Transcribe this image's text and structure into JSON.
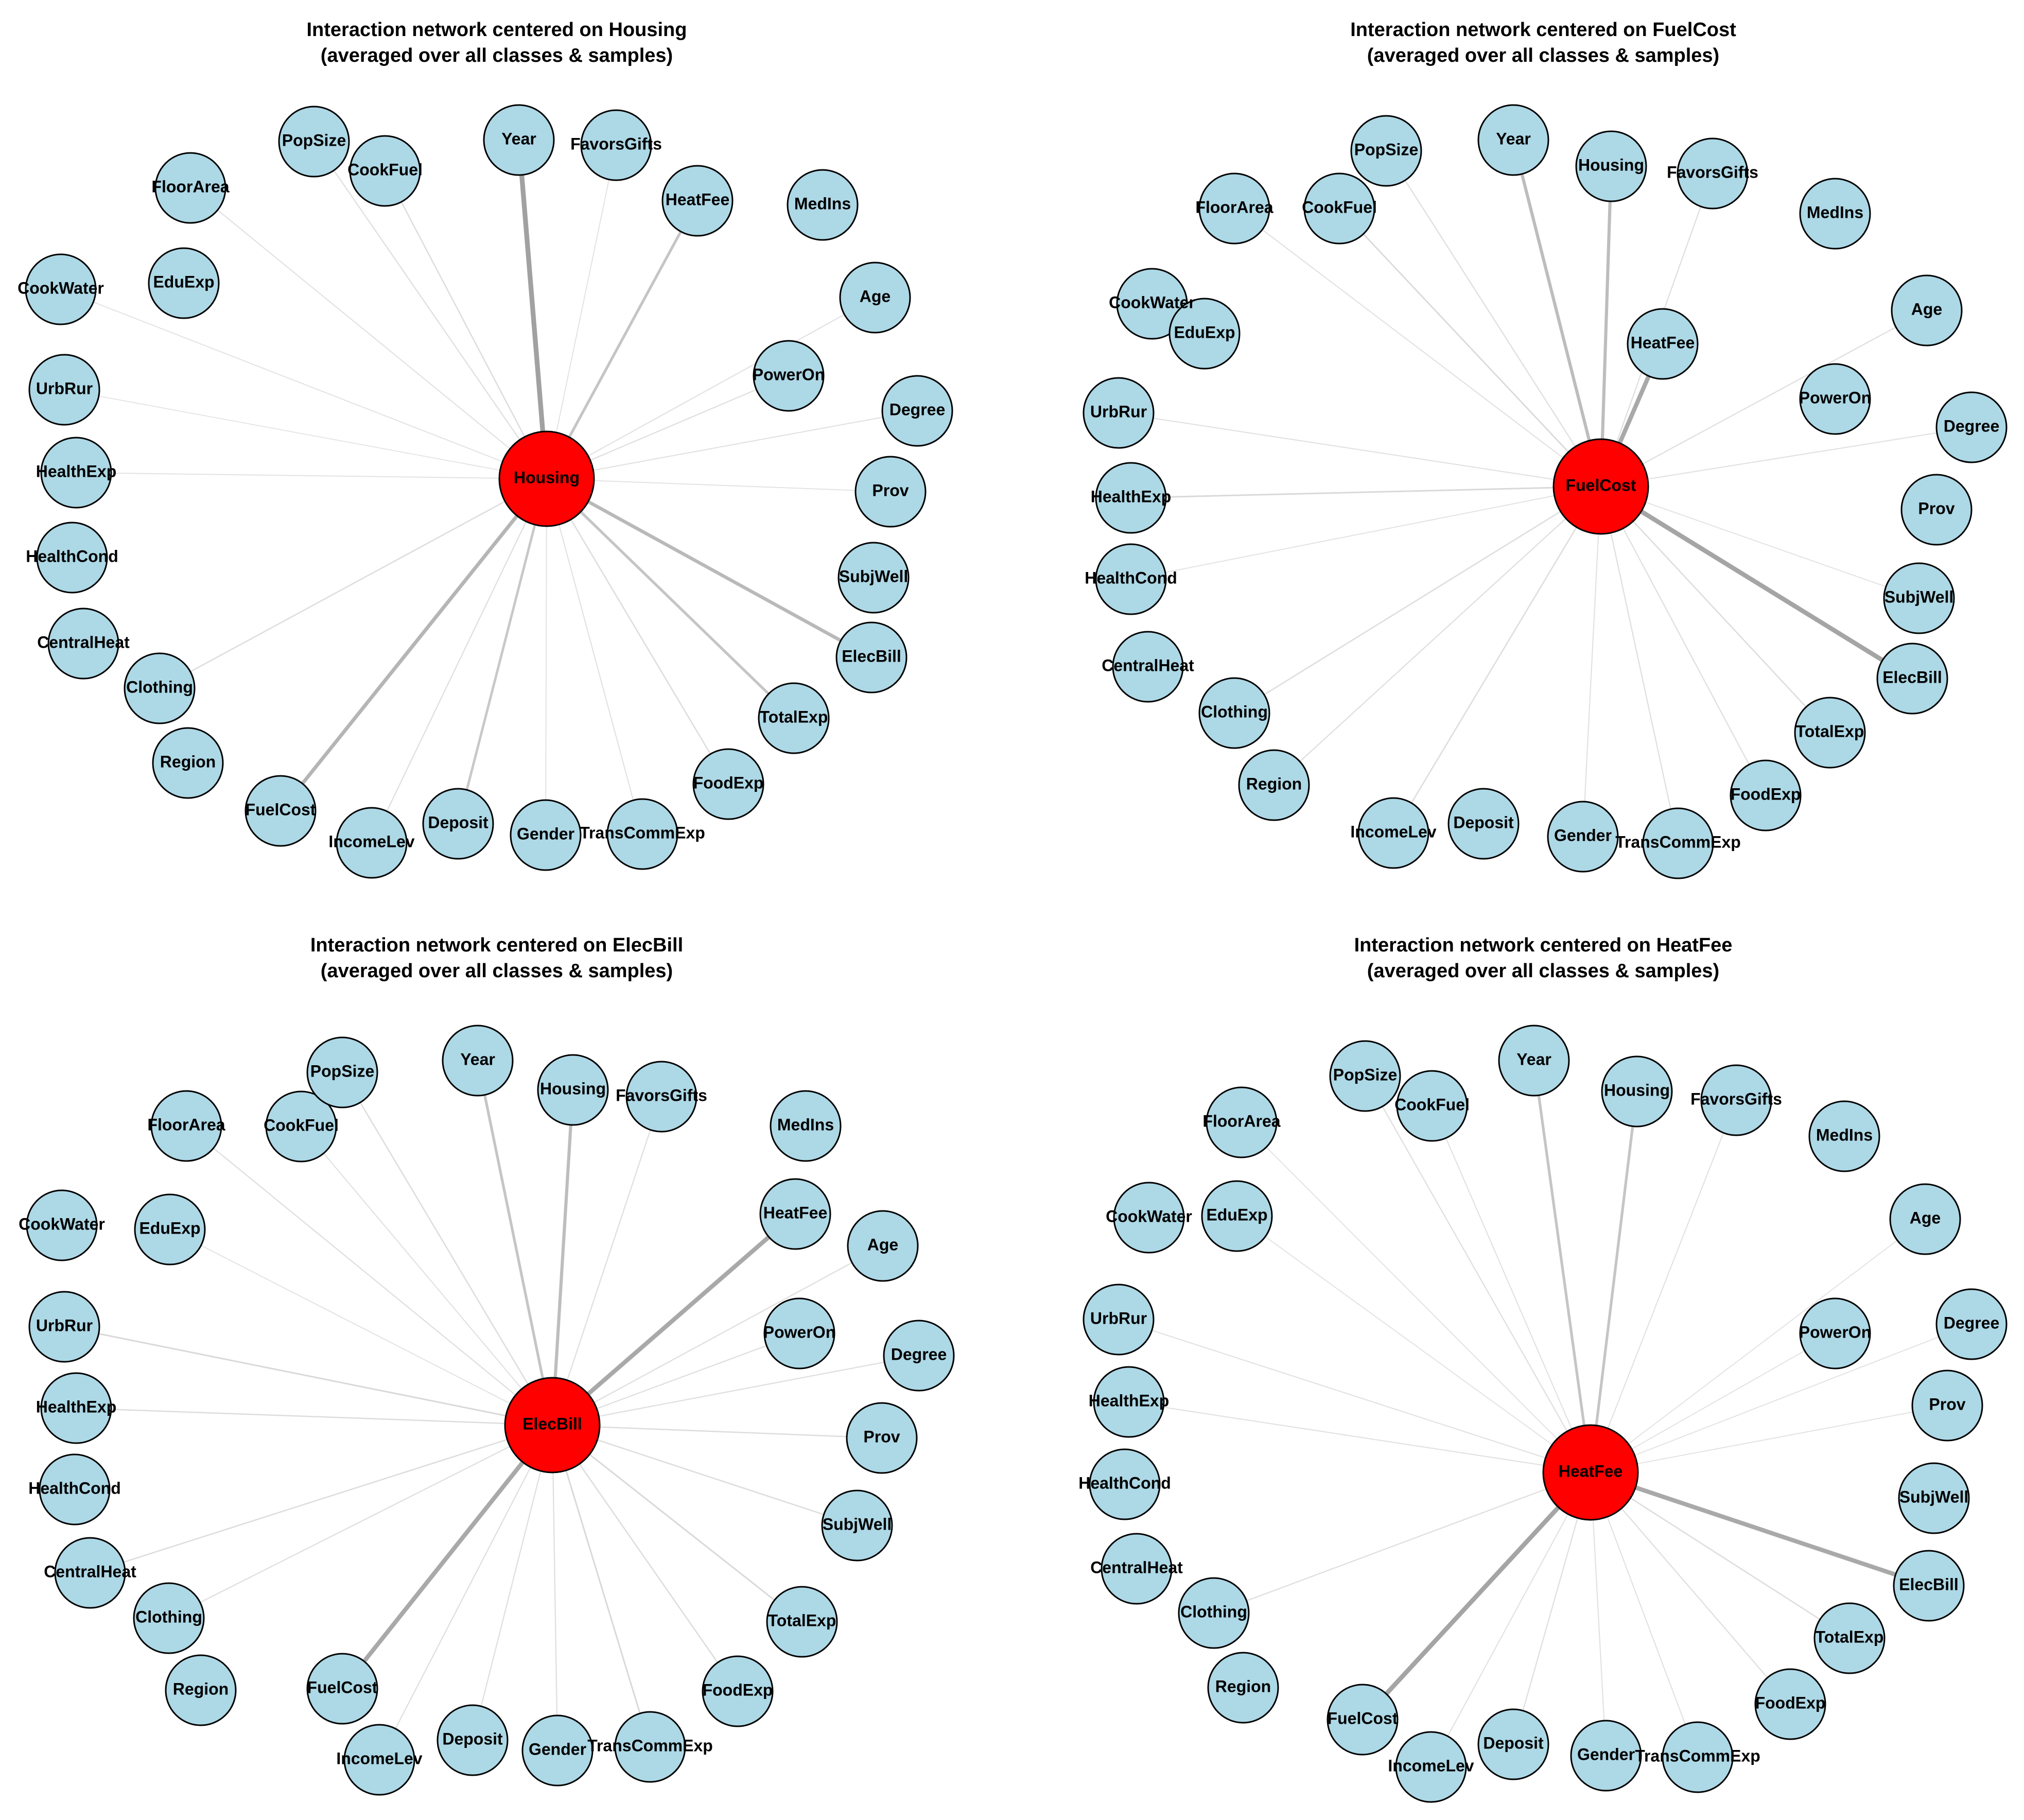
{
  "colors": {
    "center_node": "#ff0000",
    "leaf_node": "#add8e6",
    "node_border": "#000000",
    "edge": "#808080"
  },
  "panels": [
    {
      "title_line1": "Interaction network centered on Housing",
      "title_line2": "(averaged over all classes & samples)",
      "center": "Housing",
      "nodes": [
        {
          "label": "Year",
          "weight": 0.9
        },
        {
          "label": "FavorsGifts",
          "weight": 0.08
        },
        {
          "label": "HeatFee",
          "weight": 0.45
        },
        {
          "label": "MedIns",
          "weight": 0.0
        },
        {
          "label": "Age",
          "weight": 0.1
        },
        {
          "label": "PowerOn",
          "weight": 0.12
        },
        {
          "label": "Degree",
          "weight": 0.1
        },
        {
          "label": "Prov",
          "weight": 0.08
        },
        {
          "label": "SubjWell",
          "weight": 0.0
        },
        {
          "label": "ElecBill",
          "weight": 0.6
        },
        {
          "label": "TotalExp",
          "weight": 0.45
        },
        {
          "label": "FoodExp",
          "weight": 0.15
        },
        {
          "label": "TransCommExp",
          "weight": 0.1
        },
        {
          "label": "Gender",
          "weight": 0.08
        },
        {
          "label": "Deposit",
          "weight": 0.4
        },
        {
          "label": "IncomeLev",
          "weight": 0.12
        },
        {
          "label": "FuelCost",
          "weight": 0.65
        },
        {
          "label": "Region",
          "weight": 0.0
        },
        {
          "label": "Clothing",
          "weight": 0.15
        },
        {
          "label": "CentralHeat",
          "weight": 0.0
        },
        {
          "label": "HealthCond",
          "weight": 0.0
        },
        {
          "label": "HealthExp",
          "weight": 0.08
        },
        {
          "label": "UrbRur",
          "weight": 0.06
        },
        {
          "label": "CookWater",
          "weight": 0.08
        },
        {
          "label": "EduExp",
          "weight": 0.0
        },
        {
          "label": "FloorArea",
          "weight": 0.1
        },
        {
          "label": "PopSize",
          "weight": 0.12
        },
        {
          "label": "CookFuel",
          "weight": 0.15
        }
      ]
    },
    {
      "title_line1": "Interaction network centered on FuelCost",
      "title_line2": "(averaged over all classes & samples)",
      "center": "FuelCost",
      "nodes": [
        {
          "label": "Year",
          "weight": 0.55
        },
        {
          "label": "Housing",
          "weight": 0.55
        },
        {
          "label": "FavorsGifts",
          "weight": 0.12
        },
        {
          "label": "HeatFee",
          "weight": 0.8
        },
        {
          "label": "MedIns",
          "weight": 0.0
        },
        {
          "label": "Age",
          "weight": 0.12
        },
        {
          "label": "PowerOn",
          "weight": 0.0
        },
        {
          "label": "Degree",
          "weight": 0.1
        },
        {
          "label": "Prov",
          "weight": 0.0
        },
        {
          "label": "SubjWell",
          "weight": 0.08
        },
        {
          "label": "ElecBill",
          "weight": 0.85
        },
        {
          "label": "TotalExp",
          "weight": 0.15
        },
        {
          "label": "FoodExp",
          "weight": 0.12
        },
        {
          "label": "TransCommExp",
          "weight": 0.12
        },
        {
          "label": "Gender",
          "weight": 0.1
        },
        {
          "label": "Deposit",
          "weight": 0.0
        },
        {
          "label": "IncomeLev",
          "weight": 0.15
        },
        {
          "label": "Region",
          "weight": 0.12
        },
        {
          "label": "Clothing",
          "weight": 0.15
        },
        {
          "label": "CentralHeat",
          "weight": 0.0
        },
        {
          "label": "HealthCond",
          "weight": 0.08
        },
        {
          "label": "HealthExp",
          "weight": 0.2
        },
        {
          "label": "UrbRur",
          "weight": 0.1
        },
        {
          "label": "CookWater",
          "weight": 0.0
        },
        {
          "label": "EduExp",
          "weight": 0.0
        },
        {
          "label": "FloorArea",
          "weight": 0.1
        },
        {
          "label": "CookFuel",
          "weight": 0.18
        },
        {
          "label": "PopSize",
          "weight": 0.12
        }
      ]
    },
    {
      "title_line1": "Interaction network centered on ElecBill",
      "title_line2": "(averaged over all classes & samples)",
      "center": "ElecBill",
      "nodes": [
        {
          "label": "Year",
          "weight": 0.45
        },
        {
          "label": "Housing",
          "weight": 0.55
        },
        {
          "label": "FavorsGifts",
          "weight": 0.12
        },
        {
          "label": "MedIns",
          "weight": 0.0
        },
        {
          "label": "HeatFee",
          "weight": 0.8
        },
        {
          "label": "Age",
          "weight": 0.12
        },
        {
          "label": "PowerOn",
          "weight": 0.12
        },
        {
          "label": "Degree",
          "weight": 0.12
        },
        {
          "label": "Prov",
          "weight": 0.15
        },
        {
          "label": "SubjWell",
          "weight": 0.15
        },
        {
          "label": "TotalExp",
          "weight": 0.2
        },
        {
          "label": "FoodExp",
          "weight": 0.15
        },
        {
          "label": "TransCommExp",
          "weight": 0.2
        },
        {
          "label": "Gender",
          "weight": 0.12
        },
        {
          "label": "Deposit",
          "weight": 0.12
        },
        {
          "label": "IncomeLev",
          "weight": 0.12
        },
        {
          "label": "FuelCost",
          "weight": 0.8
        },
        {
          "label": "Region",
          "weight": 0.0
        },
        {
          "label": "Clothing",
          "weight": 0.12
        },
        {
          "label": "CentralHeat",
          "weight": 0.15
        },
        {
          "label": "HealthCond",
          "weight": 0.0
        },
        {
          "label": "HealthExp",
          "weight": 0.15
        },
        {
          "label": "UrbRur",
          "weight": 0.2
        },
        {
          "label": "CookWater",
          "weight": 0.0
        },
        {
          "label": "EduExp",
          "weight": 0.08
        },
        {
          "label": "FloorArea",
          "weight": 0.12
        },
        {
          "label": "CookFuel",
          "weight": 0.1
        },
        {
          "label": "PopSize",
          "weight": 0.15
        }
      ]
    },
    {
      "title_line1": "Interaction network centered on HeatFee",
      "title_line2": "(averaged over all classes & samples)",
      "center": "HeatFee",
      "nodes": [
        {
          "label": "Year",
          "weight": 0.45
        },
        {
          "label": "Housing",
          "weight": 0.45
        },
        {
          "label": "FavorsGifts",
          "weight": 0.1
        },
        {
          "label": "MedIns",
          "weight": 0.0
        },
        {
          "label": "Age",
          "weight": 0.08
        },
        {
          "label": "PowerOn",
          "weight": 0.08
        },
        {
          "label": "Degree",
          "weight": 0.08
        },
        {
          "label": "Prov",
          "weight": 0.08
        },
        {
          "label": "SubjWell",
          "weight": 0.0
        },
        {
          "label": "ElecBill",
          "weight": 0.8
        },
        {
          "label": "TotalExp",
          "weight": 0.15
        },
        {
          "label": "FoodExp",
          "weight": 0.12
        },
        {
          "label": "TransCommExp",
          "weight": 0.1
        },
        {
          "label": "Gender",
          "weight": 0.1
        },
        {
          "label": "Deposit",
          "weight": 0.12
        },
        {
          "label": "IncomeLev",
          "weight": 0.1
        },
        {
          "label": "FuelCost",
          "weight": 0.85
        },
        {
          "label": "Region",
          "weight": 0.0
        },
        {
          "label": "Clothing",
          "weight": 0.12
        },
        {
          "label": "CentralHeat",
          "weight": 0.0
        },
        {
          "label": "HealthCond",
          "weight": 0.0
        },
        {
          "label": "HealthExp",
          "weight": 0.1
        },
        {
          "label": "UrbRur",
          "weight": 0.1
        },
        {
          "label": "CookWater",
          "weight": 0.0
        },
        {
          "label": "EduExp",
          "weight": 0.08
        },
        {
          "label": "FloorArea",
          "weight": 0.08
        },
        {
          "label": "CookFuel",
          "weight": 0.1
        },
        {
          "label": "PopSize",
          "weight": 0.12
        }
      ]
    }
  ]
}
